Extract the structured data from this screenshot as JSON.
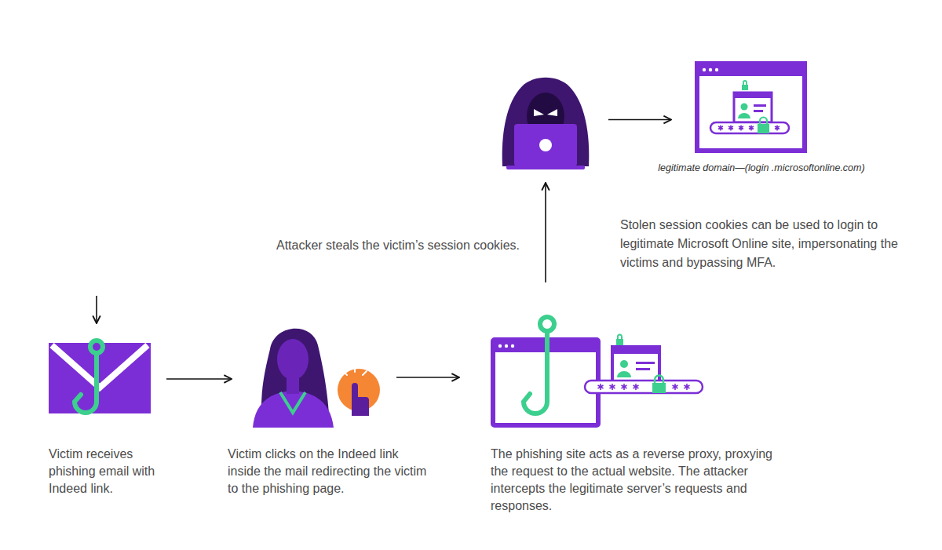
{
  "diagram": {
    "nodes": [
      {
        "text": [
          "Victim receives phishing email with Indeed link."
        ]
      },
      {
        "text": [
          "Victim clicks on the Indeed link inside the mail redirecting the victim to the phishing page."
        ]
      },
      {
        "text": [
          "The phishing site acts as a reverse proxy, proxying the request to the actual website. The attacker intercepts the legitimate server’s requests and responses."
        ]
      },
      {
        "text": []
      },
      {
        "text": [
          "legitimate domain—(login .microsoftonline.com)"
        ]
      }
    ],
    "edges": [
      {
        "from": 0,
        "to": 1,
        "arrow": "to"
      },
      {
        "from": 1,
        "to": 2,
        "arrow": "to"
      },
      {
        "from": 2,
        "to": 3,
        "arrow": "to",
        "label": "Attacker steals the victim’s session cookies."
      },
      {
        "from": 3,
        "to": 4,
        "arrow": "to"
      }
    ],
    "labels": [
      "Stolen session cookies can be used to login to legitimate Microsoft Online site, impersonating the victims and bypassing MFA."
    ]
  }
}
